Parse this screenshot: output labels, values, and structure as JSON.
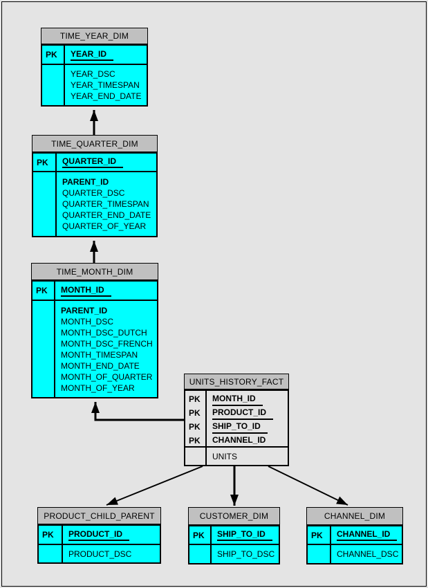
{
  "colors": {
    "page_bg": "#e4e4e4",
    "header_fill": "#c0c0c0",
    "dimension_fill": "#00ffff",
    "fact_fill": "#e4e4e4",
    "line_color": "#000000"
  },
  "tables": {
    "time_year_dim": {
      "title": "TIME_YEAR_DIM",
      "pk_label": "PK",
      "pk_fields": [
        "YEAR_ID"
      ],
      "fields": [
        "YEAR_DSC",
        "YEAR_TIMESPAN",
        "YEAR_END_DATE"
      ]
    },
    "time_quarter_dim": {
      "title": "TIME_QUARTER_DIM",
      "pk_label": "PK",
      "pk_fields": [
        "QUARTER_ID"
      ],
      "fields": [
        "PARENT_ID",
        "QUARTER_DSC",
        "QUARTER_TIMESPAN",
        "QUARTER_END_DATE",
        "QUARTER_OF_YEAR"
      ]
    },
    "time_month_dim": {
      "title": "TIME_MONTH_DIM",
      "pk_label": "PK",
      "pk_fields": [
        "MONTH_ID"
      ],
      "fields": [
        "PARENT_ID",
        "MONTH_DSC",
        "MONTH_DSC_DUTCH",
        "MONTH_DSC_FRENCH",
        "MONTH_TIMESPAN",
        "MONTH_END_DATE",
        "MONTH_OF_QUARTER",
        "MONTH_OF_YEAR"
      ]
    },
    "units_history_fact": {
      "title": "UNITS_HISTORY_FACT",
      "pk_label": "PK",
      "pk_fields": [
        "MONTH_ID",
        "PRODUCT_ID",
        "SHIP_TO_ID",
        "CHANNEL_ID"
      ],
      "fields": [
        "UNITS"
      ]
    },
    "product_child_parent": {
      "title": "PRODUCT_CHILD_PARENT",
      "pk_label": "PK",
      "pk_fields": [
        "PRODUCT_ID"
      ],
      "fields": [
        "PRODUCT_DSC"
      ]
    },
    "customer_dim": {
      "title": "CUSTOMER_DIM",
      "pk_label": "PK",
      "pk_fields": [
        "SHIP_TO_ID"
      ],
      "fields": [
        "SHIP_TO_DSC"
      ]
    },
    "channel_dim": {
      "title": "CHANNEL_DIM",
      "pk_label": "PK",
      "pk_fields": [
        "CHANNEL_ID"
      ],
      "fields": [
        "CHANNEL_DSC"
      ]
    }
  },
  "relationships": [
    {
      "from": "TIME_QUARTER_DIM",
      "to": "TIME_YEAR_DIM"
    },
    {
      "from": "TIME_MONTH_DIM",
      "to": "TIME_QUARTER_DIM"
    },
    {
      "from": "UNITS_HISTORY_FACT",
      "to": "TIME_MONTH_DIM"
    },
    {
      "from": "UNITS_HISTORY_FACT",
      "to": "PRODUCT_CHILD_PARENT"
    },
    {
      "from": "UNITS_HISTORY_FACT",
      "to": "CUSTOMER_DIM"
    },
    {
      "from": "UNITS_HISTORY_FACT",
      "to": "CHANNEL_DIM"
    }
  ]
}
